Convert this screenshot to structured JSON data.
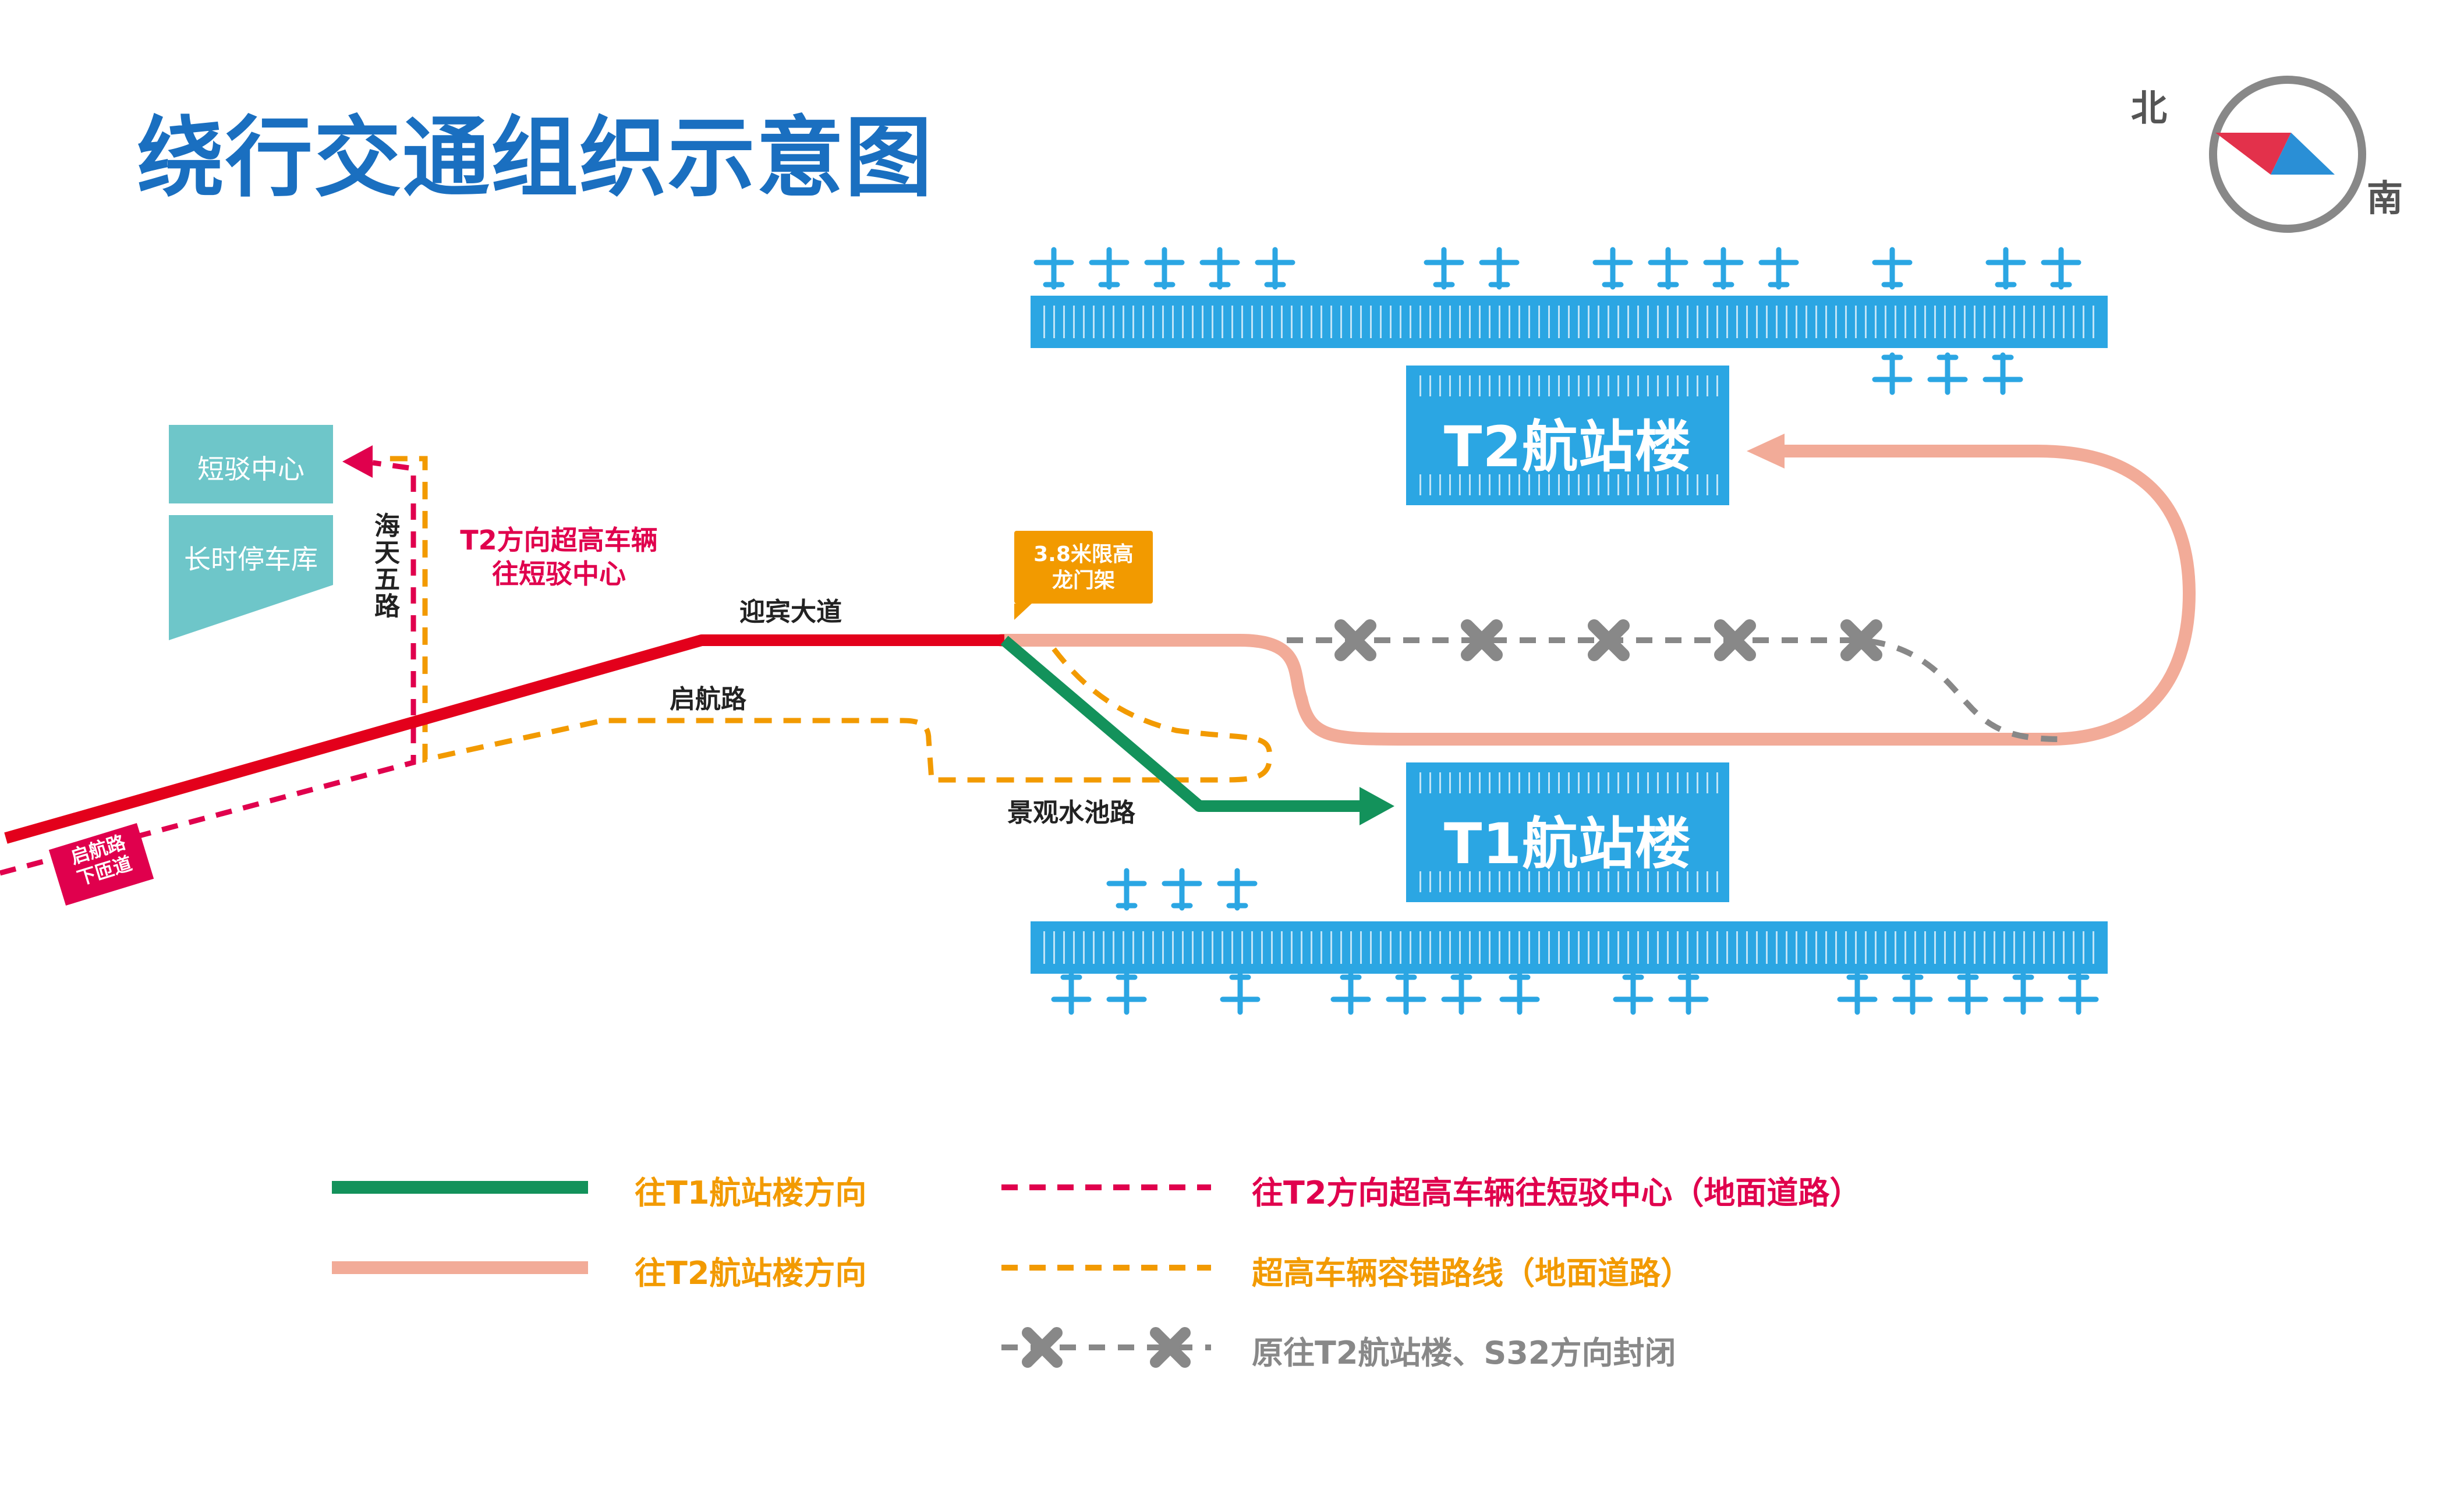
{
  "title": "绕行交通组织示意图",
  "compass": {
    "north": "北",
    "south": "南"
  },
  "places": {
    "shuttle_center": "短驳中心",
    "long_term_parking": "长时停车库",
    "t2_terminal": "T2航站楼",
    "t1_terminal": "T1航站楼"
  },
  "roads": {
    "haitian_5": "海天五路",
    "yingbin": "迎宾大道",
    "qihang": "启航路",
    "jingguan": "景观水池路",
    "underpass": "启航路\n下匝道"
  },
  "notes": {
    "t2_oversize": "T2方向超高车辆\n往短驳中心",
    "height_limit_gate": "3.8米限高\n龙门架"
  },
  "legend": [
    {
      "id": "to-t1",
      "label": "往T1航站楼方向",
      "color": "#f29a00",
      "line": "#13925b",
      "style": "solid"
    },
    {
      "id": "to-t2",
      "label": "往T2航站楼方向",
      "color": "#f29a00",
      "line": "#f2ab98",
      "style": "solid"
    },
    {
      "id": "t2-oversize",
      "label": "往T2方向超高车辆往短驳中心（地面道路）",
      "color": "#e0004d",
      "line": "#e0004d",
      "style": "dashed"
    },
    {
      "id": "oversize-alt",
      "label": "超高车辆容错路线（地面道路）",
      "color": "#f29a00",
      "line": "#f29a00",
      "style": "dashed"
    },
    {
      "id": "closed",
      "label": "原往T2航站楼、S32方向封闭",
      "color": "#888888",
      "line": "#888888",
      "style": "crossed"
    }
  ],
  "colors": {
    "title": "#1a6fc0",
    "terminal_blue": "#2ba6e3",
    "place_teal": "#6ec6c9",
    "main_red": "#e3001b",
    "t1_green": "#13925b",
    "t2_salmon": "#f2ab98",
    "oversize_orange": "#f29a00",
    "pink_dashed": "#e0004d",
    "closed_gray": "#888888"
  }
}
